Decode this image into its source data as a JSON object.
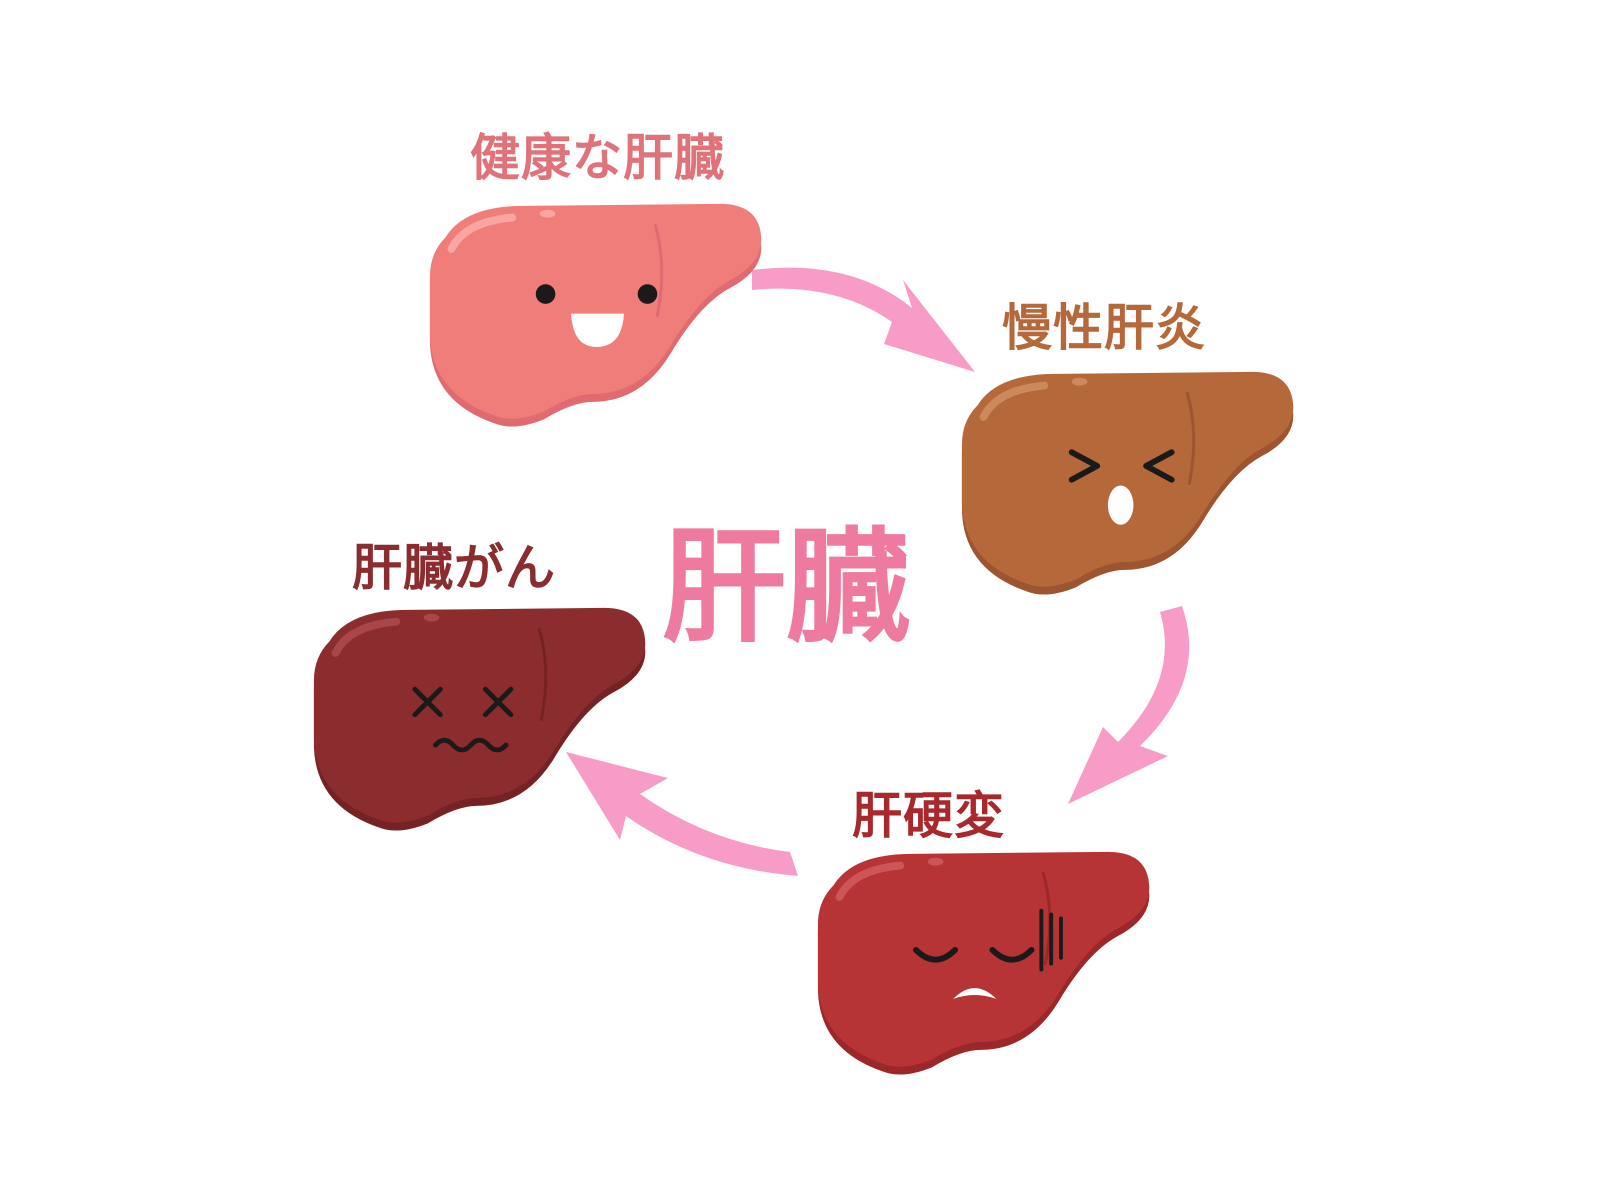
{
  "center": {
    "title": "肝臓",
    "color": "#ef7aa0"
  },
  "arrow_color": "#f79cc6",
  "stages": [
    {
      "key": "healthy",
      "label": "健康な肝臓",
      "face": "smile",
      "body": "#ef7e7a",
      "shade": "#e06a6f",
      "highlight": "#f9a6a3",
      "label_color": "#e0727a"
    },
    {
      "key": "hepatitis",
      "label": "慢性肝炎",
      "face": "squint",
      "body": "#b5693a",
      "shade": "#9c5530",
      "highlight": "#cc8a5c",
      "label_color": "#b5693a"
    },
    {
      "key": "cirrhosis",
      "label": "肝硬変",
      "face": "sleepy",
      "body": "#b73436",
      "shade": "#9c272b",
      "highlight": "#cc5557",
      "label_color": "#a8282c"
    },
    {
      "key": "cancer",
      "label": "肝臓がん",
      "face": "dead",
      "body": "#8b2d2e",
      "shade": "#752224",
      "highlight": "#a84648",
      "label_color": "#8b2d2e"
    }
  ]
}
